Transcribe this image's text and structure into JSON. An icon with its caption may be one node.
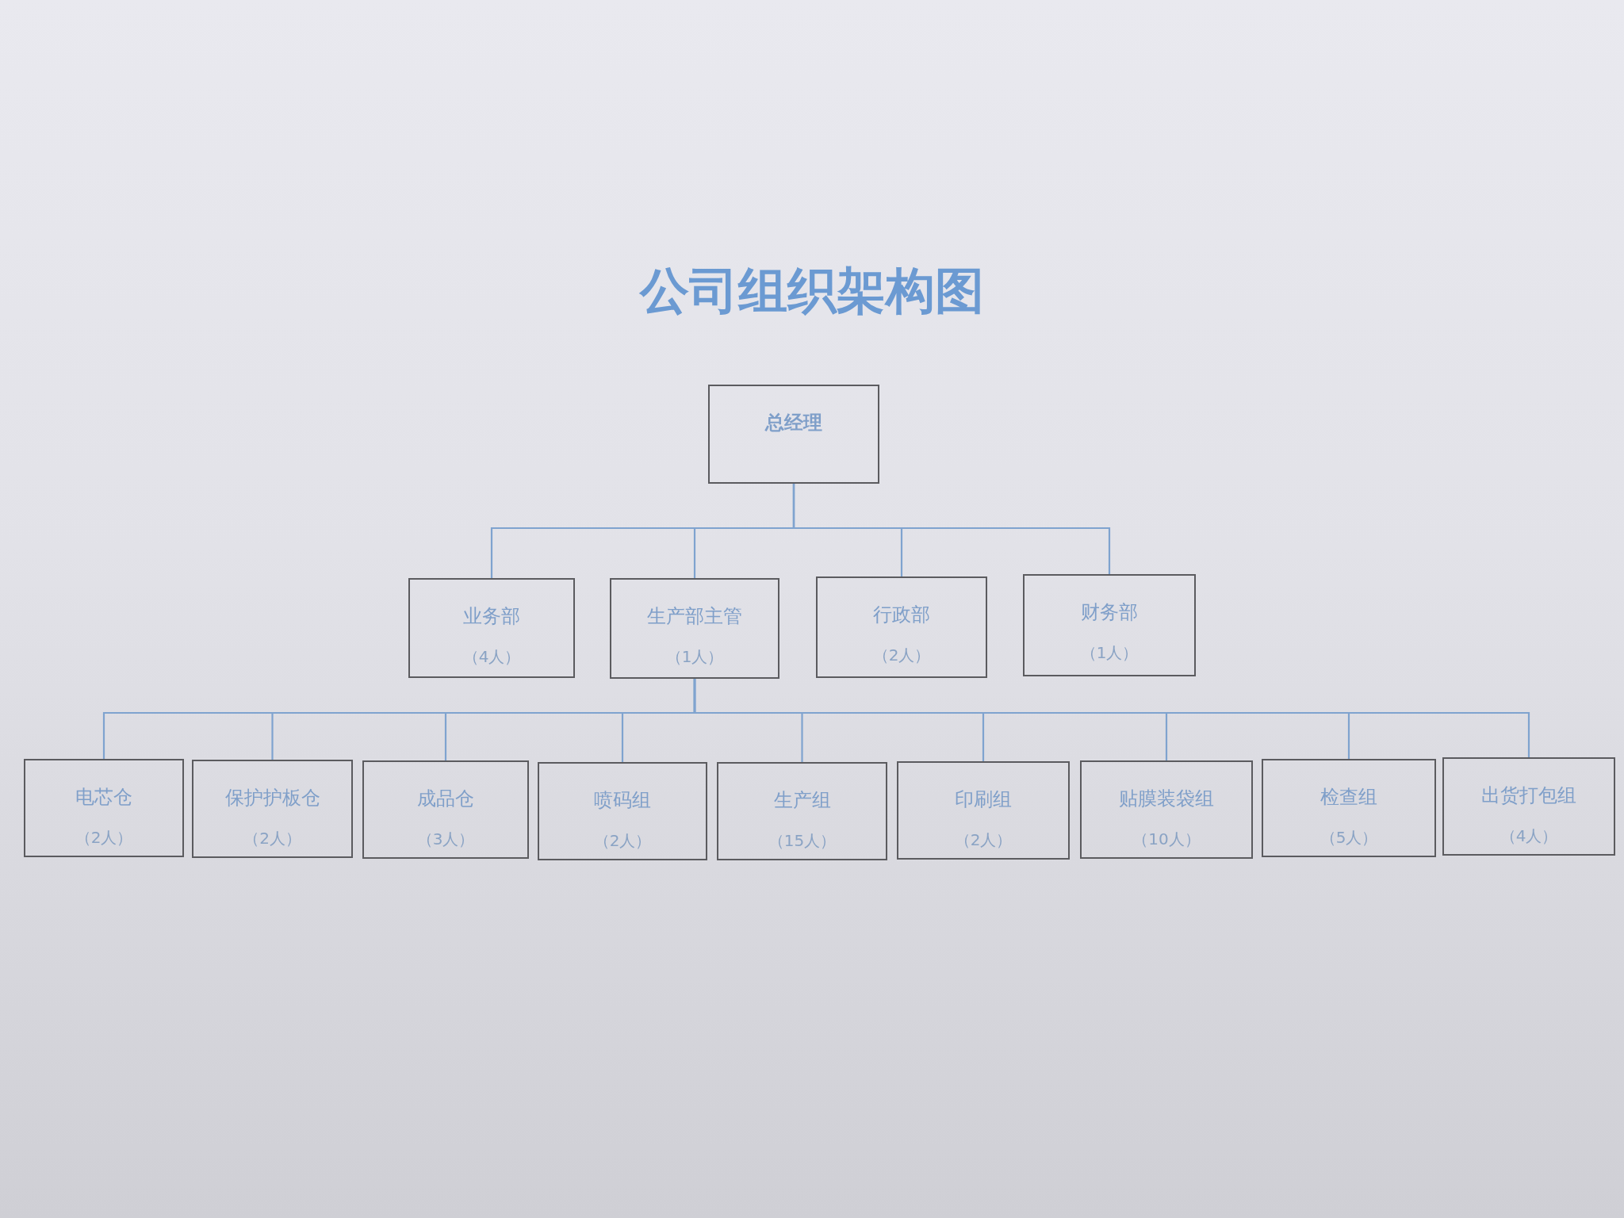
{
  "diagram": {
    "title": "公司组织架构图",
    "nodes": [
      {
        "text": [
          "总经理"
        ]
      },
      {
        "text": [
          "业务部",
          "（4人）"
        ]
      },
      {
        "text": [
          "生产部主管",
          "（1人）"
        ]
      },
      {
        "text": [
          "行政部",
          "（2人）"
        ]
      },
      {
        "text": [
          "财务部",
          "（1人）"
        ]
      },
      {
        "text": [
          "电芯仓",
          "（2人）"
        ]
      },
      {
        "text": [
          "保护护板仓",
          "（2人）"
        ]
      },
      {
        "text": [
          "成品仓",
          "（3人）"
        ]
      },
      {
        "text": [
          "喷码组",
          "（2人）"
        ]
      },
      {
        "text": [
          "生产组",
          "（15人）"
        ]
      },
      {
        "text": [
          "印刷组",
          "（2人）"
        ]
      },
      {
        "text": [
          "贴膜装袋组",
          "（10人）"
        ]
      },
      {
        "text": [
          "检查组",
          "（5人）"
        ]
      },
      {
        "text": [
          "出货打包组",
          "（4人）"
        ]
      }
    ],
    "edges": [
      {
        "from": 0,
        "to": 1,
        "arrow": "none"
      },
      {
        "from": 0,
        "to": 2,
        "arrow": "none"
      },
      {
        "from": 0,
        "to": 3,
        "arrow": "none"
      },
      {
        "from": 0,
        "to": 4,
        "arrow": "none"
      },
      {
        "from": 2,
        "to": 5,
        "arrow": "none"
      },
      {
        "from": 2,
        "to": 6,
        "arrow": "none"
      },
      {
        "from": 2,
        "to": 7,
        "arrow": "none"
      },
      {
        "from": 2,
        "to": 8,
        "arrow": "none"
      },
      {
        "from": 2,
        "to": 9,
        "arrow": "none"
      },
      {
        "from": 2,
        "to": 10,
        "arrow": "none"
      },
      {
        "from": 2,
        "to": 11,
        "arrow": "none"
      },
      {
        "from": 2,
        "to": 12,
        "arrow": "none"
      },
      {
        "from": 2,
        "to": 13,
        "arrow": "none"
      }
    ]
  }
}
